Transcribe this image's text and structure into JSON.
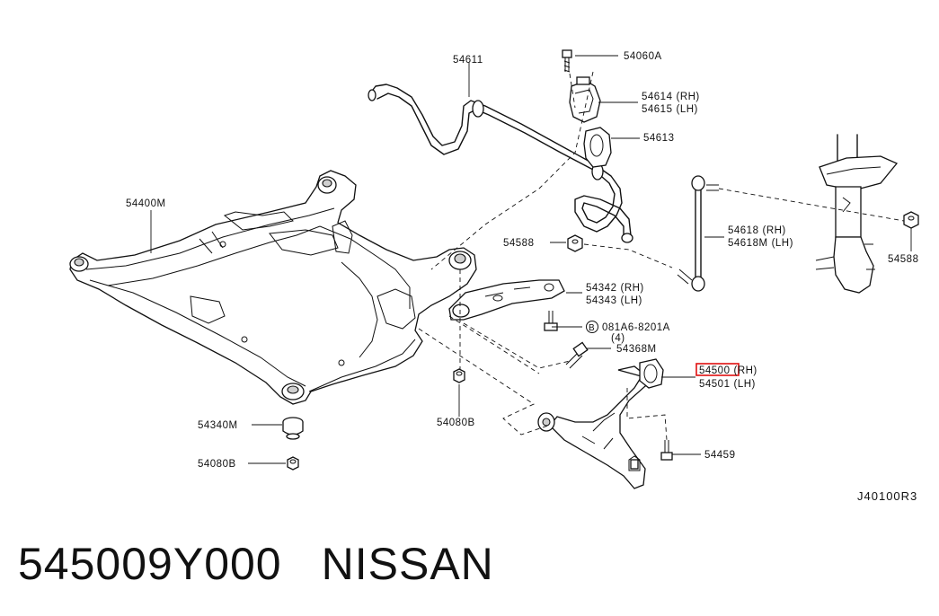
{
  "diagram": {
    "reference_code": "J40100R3",
    "highlighted_part": "54500",
    "callouts": [
      {
        "id": "c-54611",
        "number": "54611",
        "suffix": ""
      },
      {
        "id": "c-54060a",
        "number": "54060A",
        "suffix": ""
      },
      {
        "id": "c-54614",
        "number": "54614",
        "suffix": "(RH)"
      },
      {
        "id": "c-54615",
        "number": "54615",
        "suffix": "(LH)"
      },
      {
        "id": "c-54613",
        "number": "54613",
        "suffix": ""
      },
      {
        "id": "c-54400m",
        "number": "54400M",
        "suffix": ""
      },
      {
        "id": "c-54618",
        "number": "54618",
        "suffix": "(RH)"
      },
      {
        "id": "c-54618m",
        "number": "54618M",
        "suffix": "(LH)"
      },
      {
        "id": "c-54588-a",
        "number": "54588",
        "suffix": ""
      },
      {
        "id": "c-54588-b",
        "number": "54588",
        "suffix": ""
      },
      {
        "id": "c-54342",
        "number": "54342",
        "suffix": "(RH)"
      },
      {
        "id": "c-54343",
        "number": "54343",
        "suffix": "(LH)"
      },
      {
        "id": "c-081a6",
        "number": "081A6-8201A",
        "suffix": ""
      },
      {
        "id": "c-qty4",
        "number": "(4)",
        "suffix": ""
      },
      {
        "id": "c-54368m",
        "number": "54368M",
        "suffix": ""
      },
      {
        "id": "c-54500",
        "number": "54500",
        "suffix": "(RH)"
      },
      {
        "id": "c-54501",
        "number": "54501",
        "suffix": "(LH)"
      },
      {
        "id": "c-54459",
        "number": "54459",
        "suffix": ""
      },
      {
        "id": "c-54340m",
        "number": "54340M",
        "suffix": ""
      },
      {
        "id": "c-54080b-a",
        "number": "54080B",
        "suffix": ""
      },
      {
        "id": "c-54080b-b",
        "number": "54080B",
        "suffix": ""
      }
    ],
    "bolt_symbol": "B"
  },
  "caption": {
    "part_number": "545009Y000",
    "brand": "NISSAN"
  }
}
